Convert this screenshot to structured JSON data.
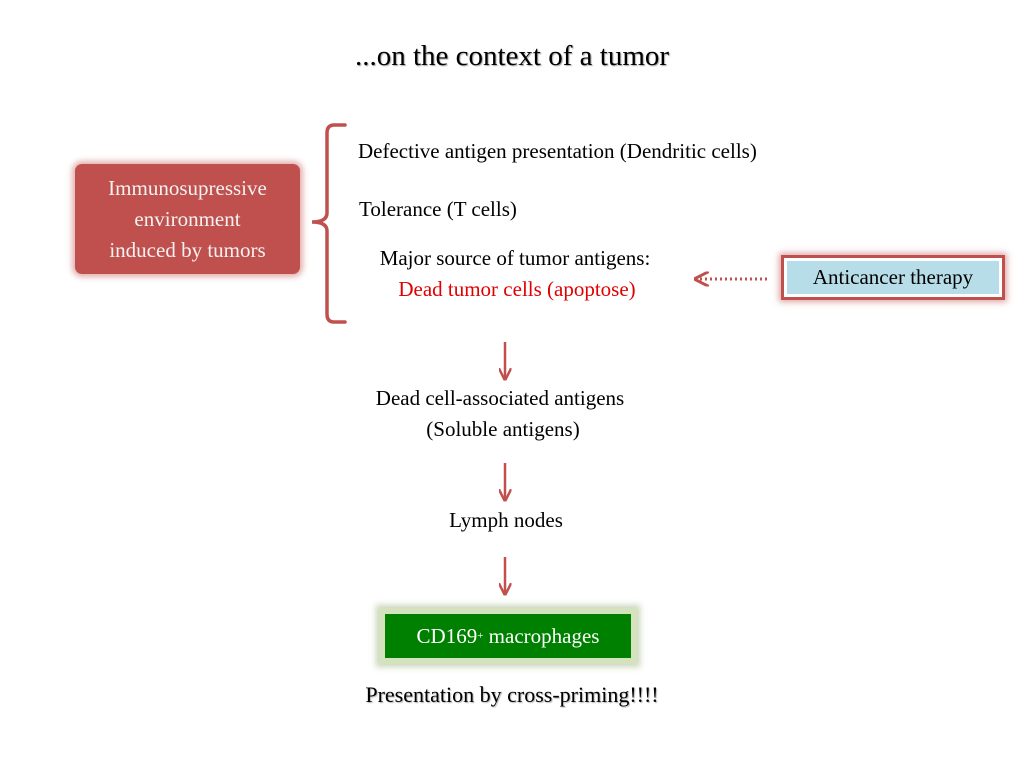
{
  "title": "...on the context of a tumor",
  "source_box": {
    "lines": [
      "Immunosupressive",
      "environment",
      "induced by tumors"
    ]
  },
  "bracket_items": {
    "item1": "Defective antigen presentation (Dendritic cells)",
    "item2": "Tolerance (T cells)",
    "item3_line1": "Major source of tumor antigens:",
    "item3_line2": "Dead tumor cells (apoptose)"
  },
  "therapy_box": {
    "label": "Anticancer therapy"
  },
  "flow": {
    "step1_line1": "Dead cell-associated antigens",
    "step1_line2": "(Soluble antigens)",
    "step2": "Lymph nodes"
  },
  "macrophage_box": {
    "label": "CD169",
    "superscript": "+",
    "suffix": " macrophages"
  },
  "footer": "Presentation by cross-priming!!!!",
  "colors": {
    "accent_red": "#c0504d",
    "highlight_red": "#e00000",
    "therapy_fill": "#b7dde8",
    "macrophage_fill": "#008000"
  }
}
